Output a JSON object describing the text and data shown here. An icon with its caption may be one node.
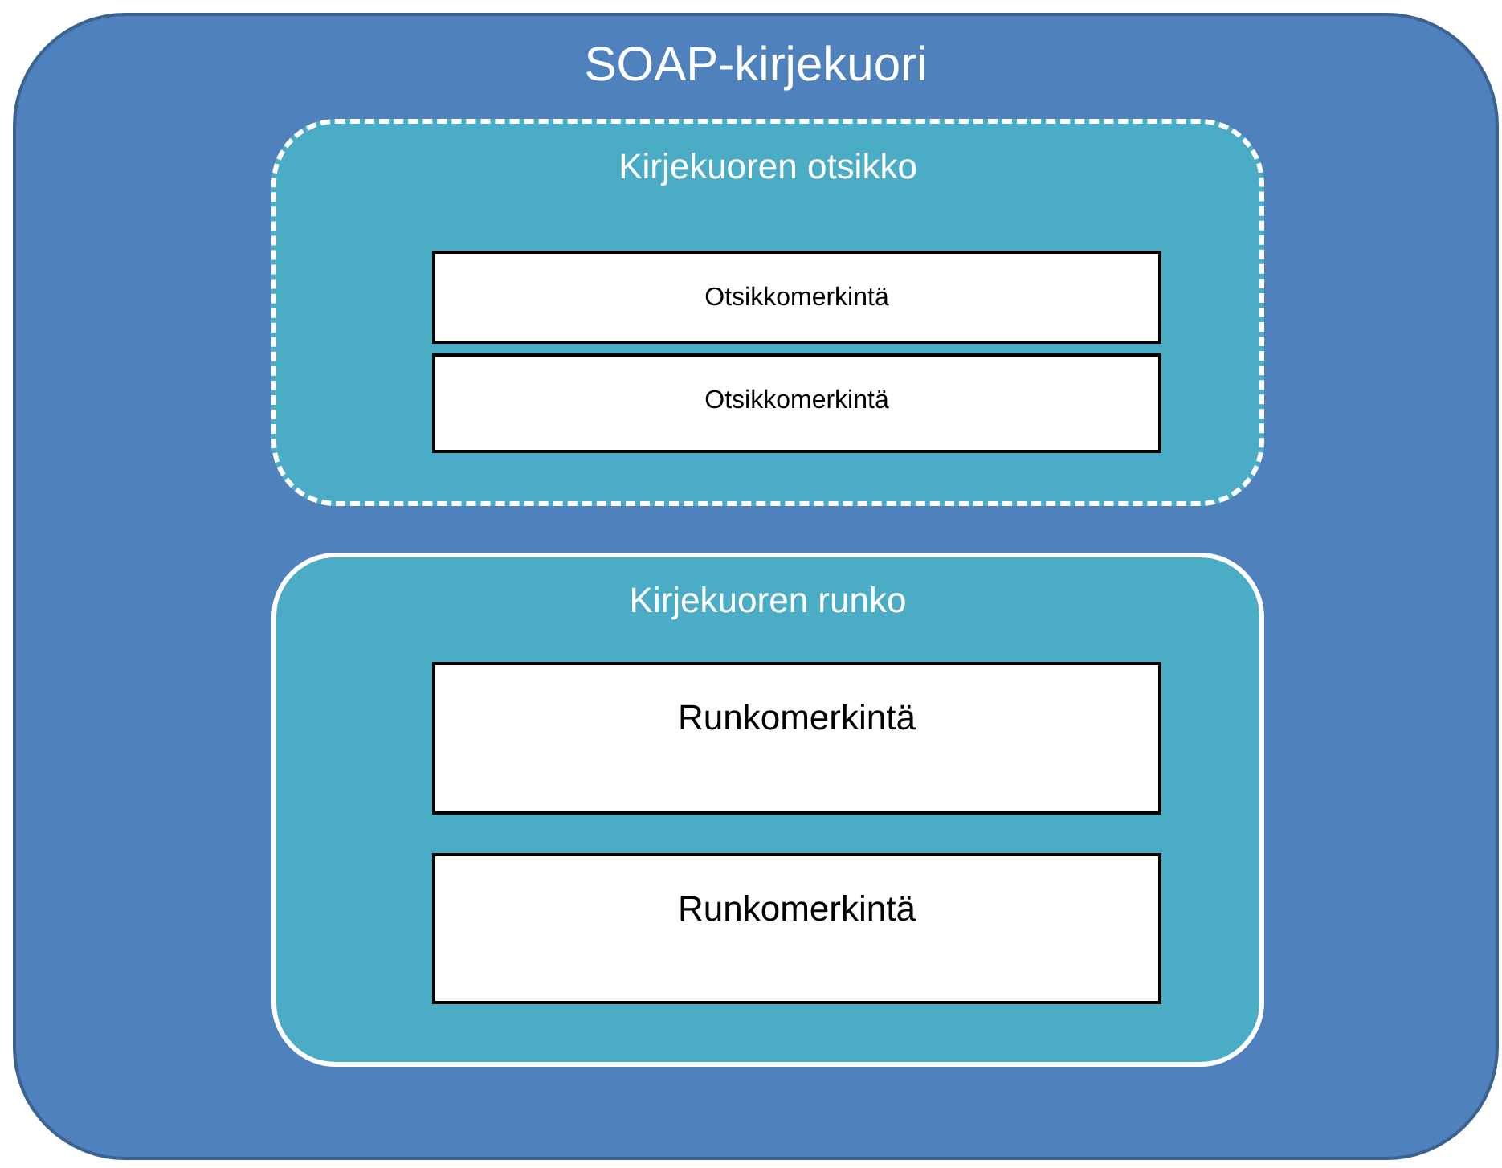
{
  "diagram": {
    "nodes": [
      {
        "text": [
          "SOAP-kirjekuori"
        ]
      },
      {
        "text": [
          "Kirjekuoren otsikko"
        ],
        "in": 0
      },
      {
        "text": [
          "Otsikkomerkintä"
        ],
        "in": 1
      },
      {
        "text": [
          "Otsikkomerkintä"
        ],
        "in": 1
      },
      {
        "text": [
          "Kirjekuoren runko"
        ],
        "in": 0
      },
      {
        "text": [
          "Runkomerkintä"
        ],
        "in": 4
      },
      {
        "text": [
          "Runkomerkintä"
        ],
        "in": 4
      }
    ]
  }
}
